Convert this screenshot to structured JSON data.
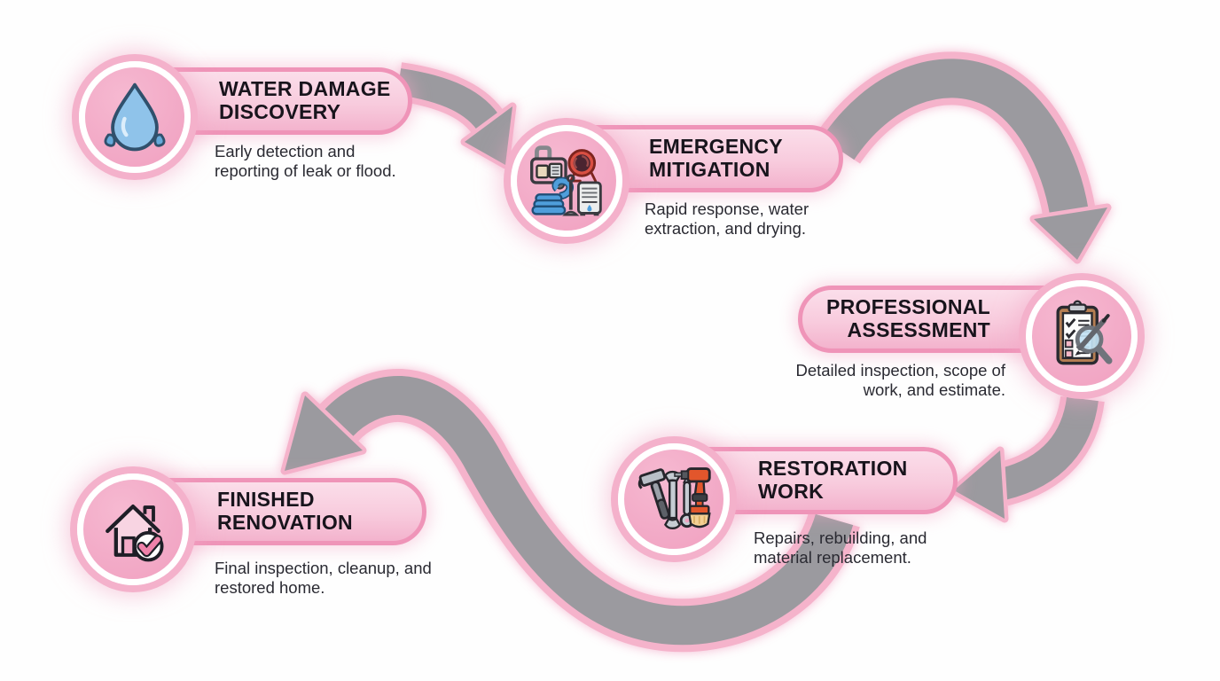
{
  "diagram": {
    "type": "process-flowchart",
    "flow_order": [
      "water-damage-discovery",
      "emergency-mitigation",
      "professional-assessment",
      "restoration-work",
      "finished-renovation"
    ]
  },
  "steps": [
    {
      "id": "water-damage-discovery",
      "title": "WATER DAMAGE\nDISCOVERY",
      "description": "Early detection and\nreporting of leak or flood.",
      "icon": "water-drop-icon"
    },
    {
      "id": "emergency-mitigation",
      "title": "EMERGENCY\nMITIGATION",
      "description": "Rapid response, water\nextraction, and drying.",
      "icon": "drying-equipment-icon"
    },
    {
      "id": "professional-assessment",
      "title": "PROFESSIONAL\nASSESSMENT",
      "description": "Detailed inspection, scope of\nwork, and estimate.",
      "icon": "clipboard-checklist-icon"
    },
    {
      "id": "restoration-work",
      "title": "RESTORATION\nWORK",
      "description": "Repairs, rebuilding, and\nmaterial replacement.",
      "icon": "tools-icon"
    },
    {
      "id": "finished-renovation",
      "title": "FINISHED\nRENOVATION",
      "description": "Final inspection, cleanup, and\nrestored home.",
      "icon": "house-check-icon"
    }
  ],
  "arrows": [
    {
      "from": "water-damage-discovery",
      "to": "emergency-mitigation"
    },
    {
      "from": "emergency-mitigation",
      "to": "professional-assessment"
    },
    {
      "from": "professional-assessment",
      "to": "restoration-work"
    },
    {
      "from": "restoration-work",
      "to": "finished-renovation"
    }
  ],
  "colors": {
    "background": "#ffffff",
    "pill_fill": "#f8cbdd",
    "pill_border": "#ef94b8",
    "circle_fill": "#f2a6c2",
    "ring_white": "#ffffff",
    "ring_pink": "#f4b1cb",
    "arrow_gray": "#9b9a9f",
    "arrow_outline_pink": "#f5b3cb",
    "title_text": "#18141c",
    "body_text": "#2a2a32"
  }
}
